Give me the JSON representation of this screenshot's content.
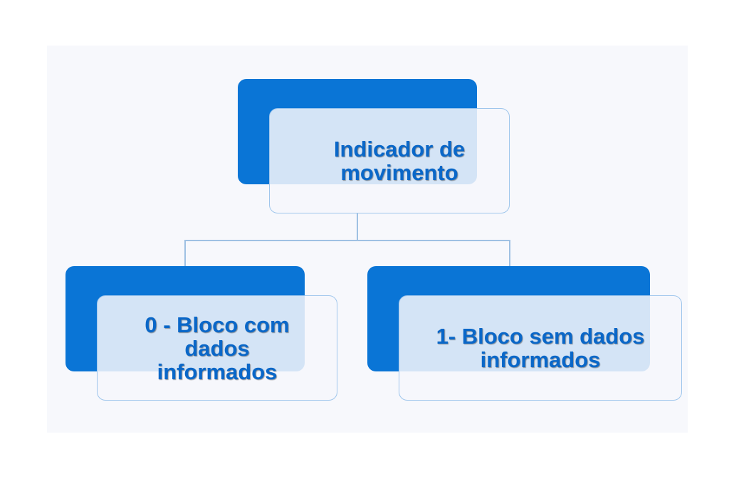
{
  "diagram": {
    "type": "hierarchy",
    "colors": {
      "node_back": "#0a75d6",
      "node_front": "#f6f7fc",
      "node_border": "#9fc6ec",
      "text": "#0a67c8",
      "connector": "#9fc1e3",
      "canvas": "#f7f8fc"
    },
    "root": {
      "label": "Indicador de\nmovimento"
    },
    "children": [
      {
        "label": "0 - Bloco com\ndados\ninformados"
      },
      {
        "label": "1- Bloco sem dados\ninformados"
      }
    ]
  }
}
